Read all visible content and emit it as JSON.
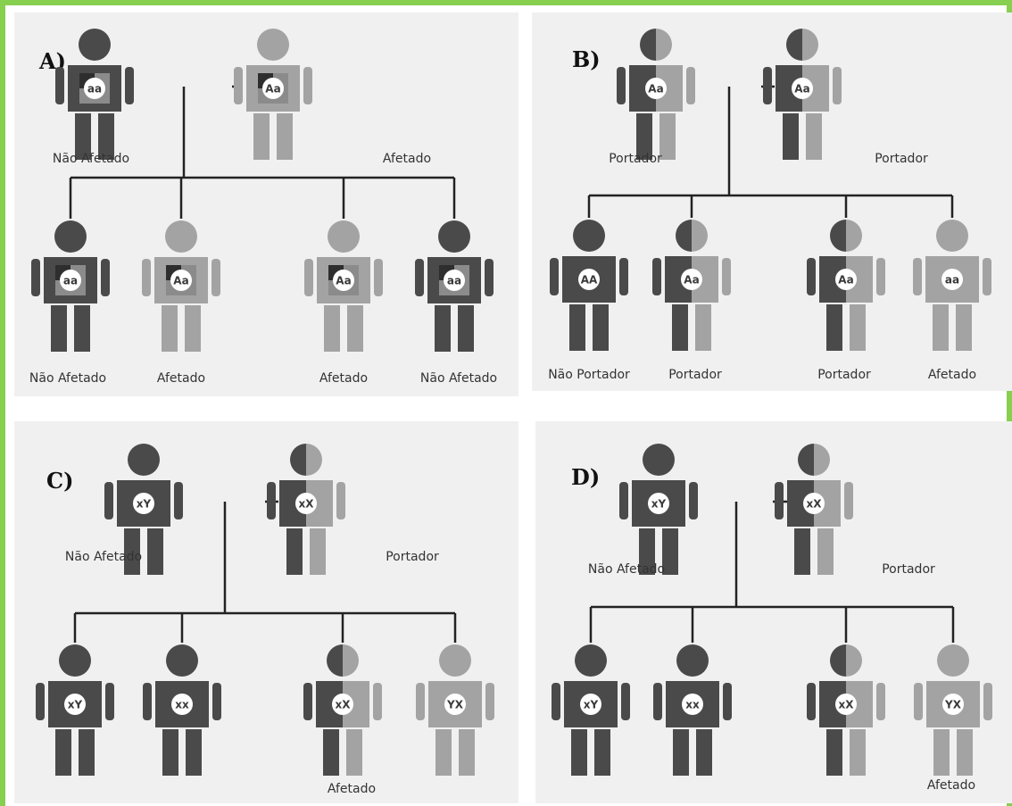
{
  "colors": {
    "dark": "#4a4a4a",
    "light": "#a3a3a3",
    "line": "#222222",
    "border": "#86cf4f",
    "panel": "#f0f0f0"
  },
  "panels": [
    {
      "label": "A)",
      "parents": [
        {
          "genotype": "aa",
          "fill": "dark",
          "marker": "square",
          "caption": "Não Afetado"
        },
        {
          "genotype": "Aa",
          "fill": "light",
          "marker": "square",
          "caption": "Afetado"
        }
      ],
      "children": [
        {
          "genotype": "aa",
          "fill": "dark",
          "marker": "square",
          "caption": "Não Afetado"
        },
        {
          "genotype": "Aa",
          "fill": "light",
          "marker": "square",
          "caption": "Afetado"
        },
        {
          "genotype": "Aa",
          "fill": "light",
          "marker": "square",
          "caption": "Afetado"
        },
        {
          "genotype": "aa",
          "fill": "dark",
          "marker": "square",
          "caption": "Não Afetado"
        }
      ]
    },
    {
      "label": "B)",
      "parents": [
        {
          "genotype": "Aa",
          "fill": "split",
          "marker": "none",
          "caption": "Portador"
        },
        {
          "genotype": "Aa",
          "fill": "split",
          "marker": "none",
          "caption": "Portador"
        }
      ],
      "children": [
        {
          "genotype": "AA",
          "fill": "dark",
          "marker": "none",
          "caption": "Não Portador"
        },
        {
          "genotype": "Aa",
          "fill": "split",
          "marker": "none",
          "caption": "Portador"
        },
        {
          "genotype": "Aa",
          "fill": "split",
          "marker": "none",
          "caption": "Portador"
        },
        {
          "genotype": "aa",
          "fill": "light",
          "marker": "none",
          "caption": "Afetado"
        }
      ]
    },
    {
      "label": "C)",
      "parents": [
        {
          "genotype": "xY",
          "fill": "dark",
          "marker": "none",
          "caption": "Não Afetado"
        },
        {
          "genotype": "xX",
          "fill": "split",
          "marker": "none",
          "caption": "Portador"
        }
      ],
      "children": [
        {
          "genotype": "xY",
          "fill": "dark",
          "marker": "none",
          "caption": ""
        },
        {
          "genotype": "xx",
          "fill": "dark",
          "marker": "none",
          "caption": ""
        },
        {
          "genotype": "xX",
          "fill": "split",
          "marker": "none",
          "caption": "Afetado"
        },
        {
          "genotype": "YX",
          "fill": "light",
          "marker": "none",
          "caption": ""
        }
      ]
    },
    {
      "label": "D)",
      "parents": [
        {
          "genotype": "xY",
          "fill": "dark",
          "marker": "none",
          "caption": "Não Afetado"
        },
        {
          "genotype": "xX",
          "fill": "split",
          "marker": "none",
          "caption": "Portador"
        }
      ],
      "children": [
        {
          "genotype": "xY",
          "fill": "dark",
          "marker": "none",
          "caption": ""
        },
        {
          "genotype": "xx",
          "fill": "dark",
          "marker": "none",
          "caption": ""
        },
        {
          "genotype": "xX",
          "fill": "split",
          "marker": "none",
          "caption": ""
        },
        {
          "genotype": "YX",
          "fill": "light",
          "marker": "none",
          "caption": "Afetado"
        }
      ]
    }
  ]
}
